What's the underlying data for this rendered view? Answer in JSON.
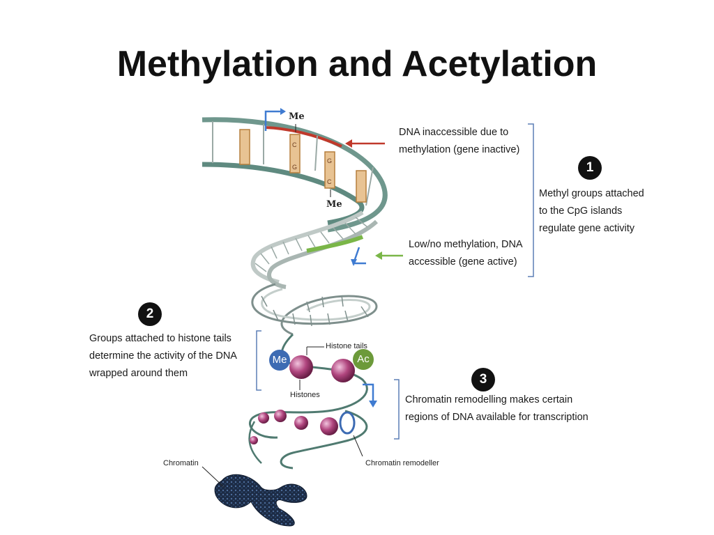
{
  "title": "Methylation and Acetylation",
  "badges": {
    "one": "1",
    "two": "2",
    "three": "3"
  },
  "callouts": {
    "inaccessible": [
      "DNA inaccessible due to",
      "methylation (gene inactive)"
    ],
    "accessible": [
      "Low/no methylation, DNA",
      "accessible (gene active)"
    ],
    "methyl_groups": [
      "Methyl groups attached",
      "to the CpG islands",
      "regulate gene activity"
    ],
    "histone_groups": [
      "Groups attached to histone tails",
      "determine the activity of the DNA",
      "wrapped around them"
    ],
    "remodelling": [
      "Chromatin remodelling makes certain",
      "regions of DNA available for transcription"
    ]
  },
  "diagram_labels": {
    "me_top": "Me",
    "me_bottom": "Me",
    "base_c1": "C",
    "base_g1": "G",
    "base_g2": "G",
    "base_c2": "C",
    "histone_tails": "Histone tails",
    "histones": "Histones",
    "me_bubble": "Me",
    "ac_bubble": "Ac",
    "chromatin": "Chromatin",
    "chromatin_remodeller": "Chromatin remodeller"
  },
  "colors": {
    "dna_strand": "#5f8a80",
    "methylation_arrow": "#c0392b",
    "accessible_arrow": "#7ab648",
    "bracket": "#5b7fb5",
    "me_bubble": "#3d6bb3",
    "ac_bubble": "#6c9a3a",
    "histone": "#b0457e",
    "chromosome": "#1c2b45"
  }
}
